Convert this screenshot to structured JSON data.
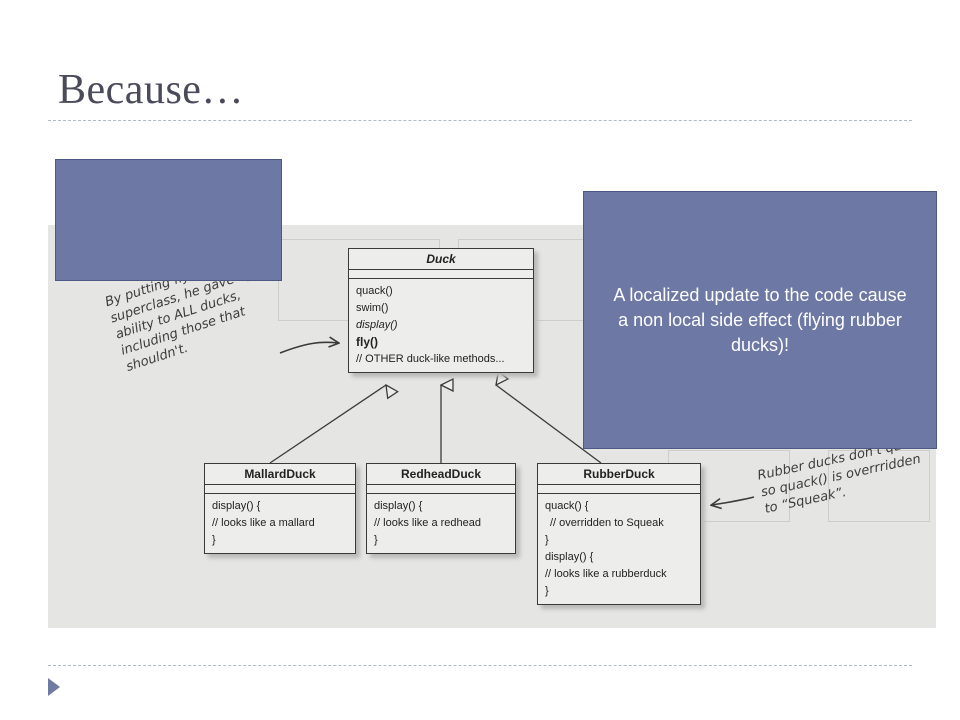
{
  "slide": {
    "title": "Because…"
  },
  "callout": {
    "text": "A localized update to the code cause a non local side effect (flying rubber ducks)!"
  },
  "diagram": {
    "duck": {
      "name": "Duck",
      "methods": [
        "quack()",
        "swim()",
        "display()",
        "fly()",
        "// OTHER duck-like methods..."
      ]
    },
    "mallard": {
      "name": "MallardDuck",
      "methods": [
        "display() {",
        "// looks like a mallard",
        "}"
      ]
    },
    "redhead": {
      "name": "RedheadDuck",
      "methods": [
        "display() {",
        "// looks like a redhead",
        "}"
      ]
    },
    "rubber": {
      "name": "RubberDuck",
      "methods": [
        "quack() {",
        "// overridden to Squeak",
        "}",
        "display() {",
        "// looks like a rubberduck",
        "}"
      ]
    },
    "note_left": [
      "By putting fly() in the",
      "superclass, he gave flying",
      "ability to ALL ducks,",
      "including those that",
      "shouldn't."
    ],
    "note_right": [
      "Rubber ducks don't quack,",
      "so quack() is overrridden",
      "to “Squeak”."
    ]
  }
}
